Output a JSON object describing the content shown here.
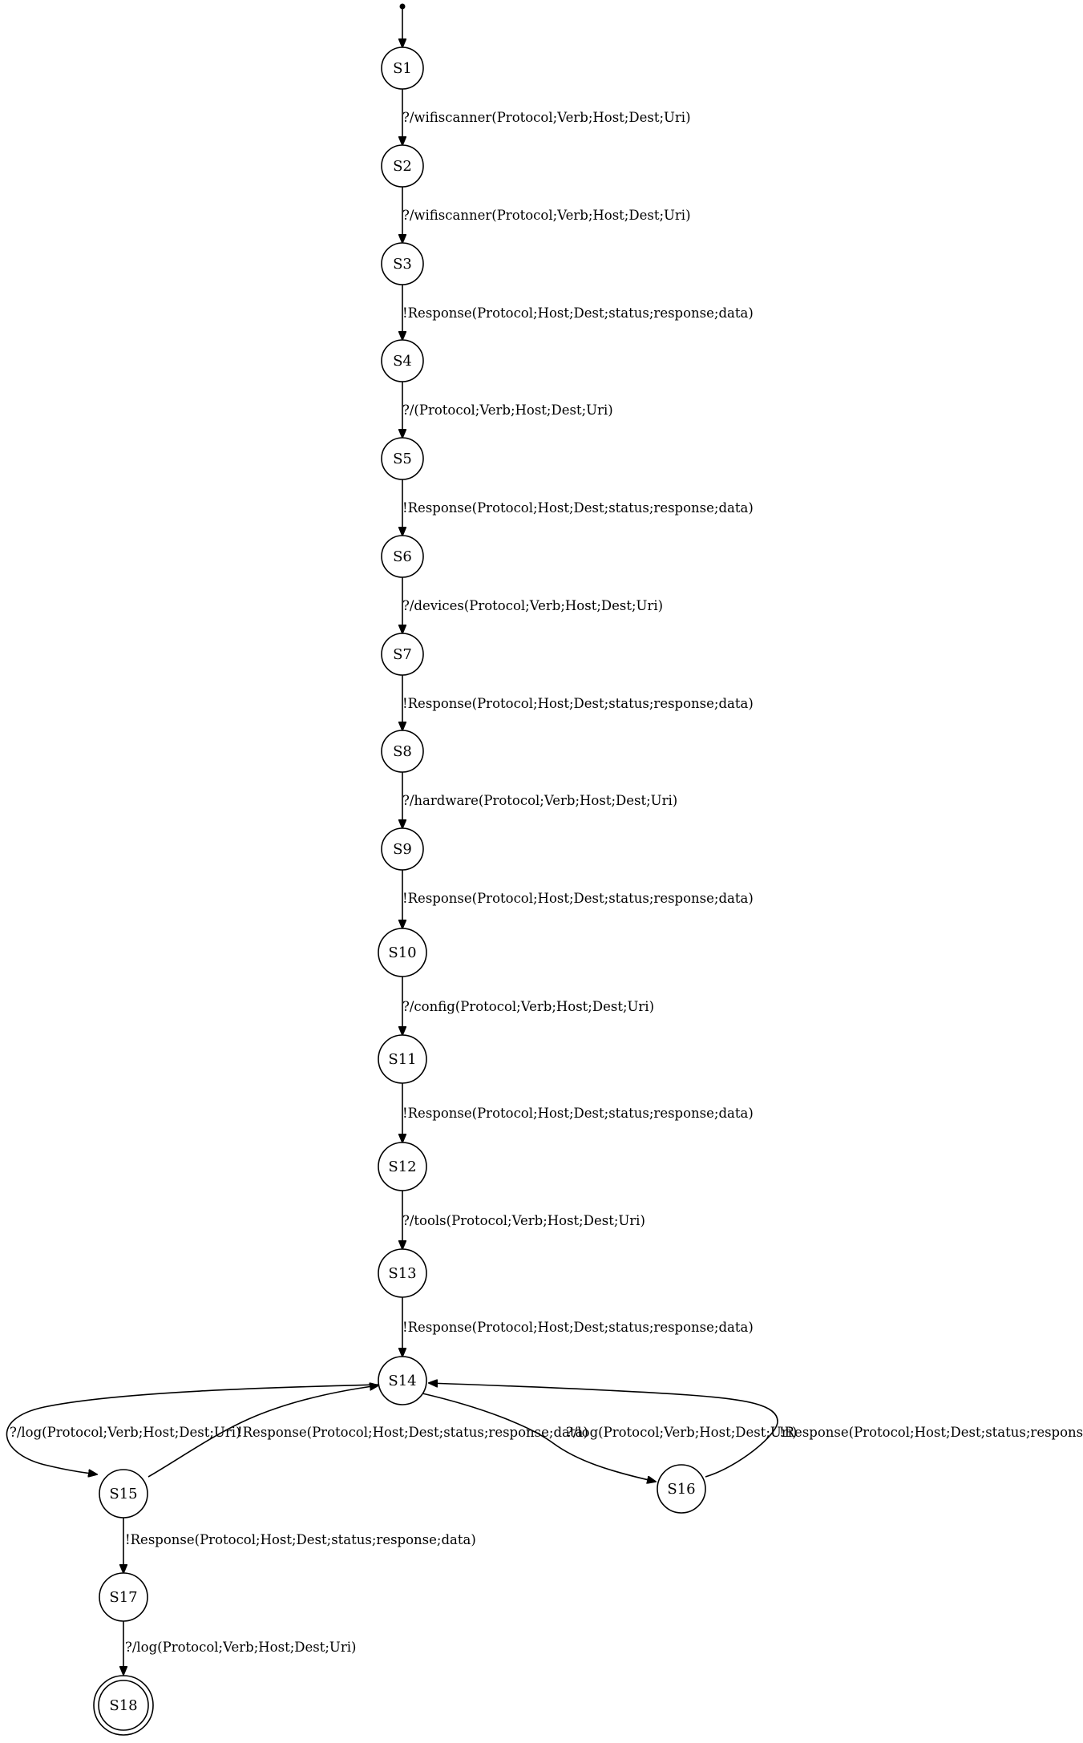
{
  "diagram": {
    "type": "finite-state-machine",
    "states": [
      {
        "id": "S1",
        "label": "S1",
        "final": false
      },
      {
        "id": "S2",
        "label": "S2",
        "final": false
      },
      {
        "id": "S3",
        "label": "S3",
        "final": false
      },
      {
        "id": "S4",
        "label": "S4",
        "final": false
      },
      {
        "id": "S5",
        "label": "S5",
        "final": false
      },
      {
        "id": "S6",
        "label": "S6",
        "final": false
      },
      {
        "id": "S7",
        "label": "S7",
        "final": false
      },
      {
        "id": "S8",
        "label": "S8",
        "final": false
      },
      {
        "id": "S9",
        "label": "S9",
        "final": false
      },
      {
        "id": "S10",
        "label": "S10",
        "final": false
      },
      {
        "id": "S11",
        "label": "S11",
        "final": false
      },
      {
        "id": "S12",
        "label": "S12",
        "final": false
      },
      {
        "id": "S13",
        "label": "S13",
        "final": false
      },
      {
        "id": "S14",
        "label": "S14",
        "final": false
      },
      {
        "id": "S15",
        "label": "S15",
        "final": false
      },
      {
        "id": "S16",
        "label": "S16",
        "final": false
      },
      {
        "id": "S17",
        "label": "S17",
        "final": false
      },
      {
        "id": "S18",
        "label": "S18",
        "final": true
      }
    ],
    "initial_state": "S1",
    "transitions": [
      {
        "from": "S1",
        "to": "S2",
        "label": "?/wifiscanner(Protocol;Verb;Host;Dest;Uri)"
      },
      {
        "from": "S2",
        "to": "S3",
        "label": "?/wifiscanner(Protocol;Verb;Host;Dest;Uri)"
      },
      {
        "from": "S3",
        "to": "S4",
        "label": "!Response(Protocol;Host;Dest;status;response;data)"
      },
      {
        "from": "S4",
        "to": "S5",
        "label": "?/(Protocol;Verb;Host;Dest;Uri)"
      },
      {
        "from": "S5",
        "to": "S6",
        "label": "!Response(Protocol;Host;Dest;status;response;data)"
      },
      {
        "from": "S6",
        "to": "S7",
        "label": "?/devices(Protocol;Verb;Host;Dest;Uri)"
      },
      {
        "from": "S7",
        "to": "S8",
        "label": "!Response(Protocol;Host;Dest;status;response;data)"
      },
      {
        "from": "S8",
        "to": "S9",
        "label": "?/hardware(Protocol;Verb;Host;Dest;Uri)"
      },
      {
        "from": "S9",
        "to": "S10",
        "label": "!Response(Protocol;Host;Dest;status;response;data)"
      },
      {
        "from": "S10",
        "to": "S11",
        "label": "?/config(Protocol;Verb;Host;Dest;Uri)"
      },
      {
        "from": "S11",
        "to": "S12",
        "label": "!Response(Protocol;Host;Dest;status;response;data)"
      },
      {
        "from": "S12",
        "to": "S13",
        "label": "?/tools(Protocol;Verb;Host;Dest;Uri)"
      },
      {
        "from": "S13",
        "to": "S14",
        "label": "!Response(Protocol;Host;Dest;status;response;data)"
      },
      {
        "from": "S14",
        "to": "S15",
        "label": "?/log(Protocol;Verb;Host;Dest;Uri)"
      },
      {
        "from": "S15",
        "to": "S14",
        "label": "!Response(Protocol;Host;Dest;status;response;data)"
      },
      {
        "from": "S14",
        "to": "S16",
        "label": "?/log(Protocol;Verb;Host;Dest;Uri)"
      },
      {
        "from": "S16",
        "to": "S14",
        "label": "!Response(Protocol;Host;Dest;status;response;data)"
      },
      {
        "from": "S15",
        "to": "S17",
        "label": "!Response(Protocol;Host;Dest;status;response;data)"
      },
      {
        "from": "S17",
        "to": "S18",
        "label": "?/log(Protocol;Verb;Host;Dest;Uri)"
      }
    ]
  }
}
